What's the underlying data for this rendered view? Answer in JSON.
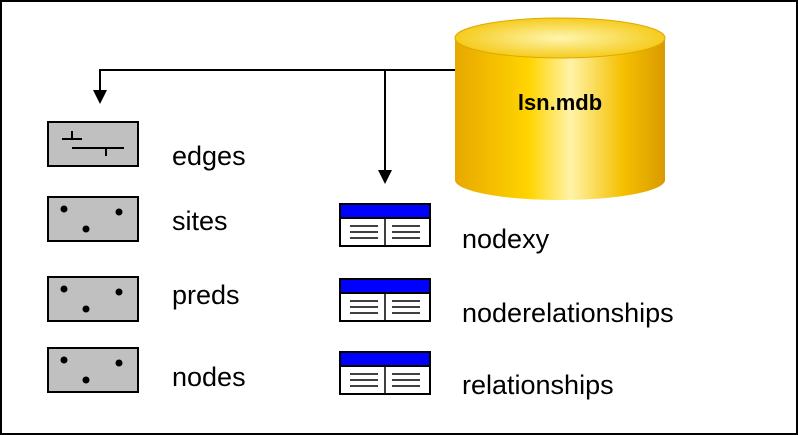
{
  "database": {
    "label": "lsn.mdb",
    "icon": "database-cylinder-icon",
    "fill_color": "#F5C000",
    "highlight_color": "#FFF3A8"
  },
  "feature_classes": [
    {
      "label": "edges",
      "icon": "line-feature-class-icon"
    },
    {
      "label": "sites",
      "icon": "point-feature-class-icon"
    },
    {
      "label": "preds",
      "icon": "point-feature-class-icon"
    },
    {
      "label": "nodes",
      "icon": "point-feature-class-icon"
    }
  ],
  "tables": [
    {
      "label": "nodexy",
      "icon": "table-icon"
    },
    {
      "label": "noderelationships",
      "icon": "table-icon"
    },
    {
      "label": "relationships",
      "icon": "table-icon"
    }
  ],
  "colors": {
    "icon_fill": "#C0C0C0",
    "table_header": "#0000FF",
    "border": "#000000"
  }
}
